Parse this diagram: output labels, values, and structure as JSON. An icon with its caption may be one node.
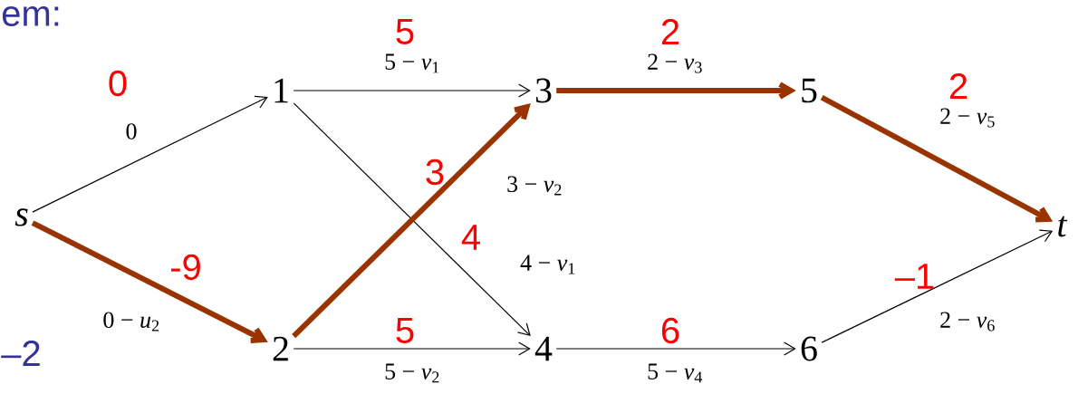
{
  "diagram": {
    "nodes": [
      {
        "text": [
          "s"
        ]
      },
      {
        "text": [
          "1"
        ]
      },
      {
        "text": [
          "2"
        ]
      },
      {
        "text": [
          "3"
        ]
      },
      {
        "text": [
          "4"
        ]
      },
      {
        "text": [
          "5"
        ]
      },
      {
        "text": [
          "6"
        ]
      },
      {
        "text": [
          "t"
        ]
      }
    ],
    "edges": [
      {
        "from": 0,
        "to": 1,
        "arrow": "to",
        "label": "0"
      },
      {
        "from": 0,
        "to": 2,
        "arrow": "to",
        "label": "0 − *u*$_{2}$",
        "style": "thick",
        "color": "#993300"
      },
      {
        "from": 1,
        "to": 3,
        "arrow": "to",
        "label": "5 − *v*$_{1}$"
      },
      {
        "from": 1,
        "to": 4,
        "arrow": "to",
        "label": "4 − *v*$_{1}$"
      },
      {
        "from": 2,
        "to": 3,
        "arrow": "to",
        "label": "3 − *v*$_{2}$",
        "style": "thick",
        "color": "#993300"
      },
      {
        "from": 2,
        "to": 4,
        "arrow": "to",
        "label": "5 − *v*$_{2}$"
      },
      {
        "from": 3,
        "to": 5,
        "arrow": "to",
        "label": "2 − *v*$_{3}$",
        "style": "thick",
        "color": "#993300"
      },
      {
        "from": 4,
        "to": 6,
        "arrow": "to",
        "label": "5 − *v*$_{4}$"
      },
      {
        "from": 5,
        "to": 7,
        "arrow": "to",
        "label": "2 − *v*$_{5}$",
        "style": "thick",
        "color": "#993300"
      },
      {
        "from": 6,
        "to": 7,
        "arrow": "to",
        "label": "2 − *v*$_{6}$"
      }
    ],
    "labels": [
      "em:",
      "5",
      "2",
      "0",
      "2",
      "3",
      "-9",
      "4",
      "–1",
      "5",
      "6",
      "–2"
    ]
  }
}
